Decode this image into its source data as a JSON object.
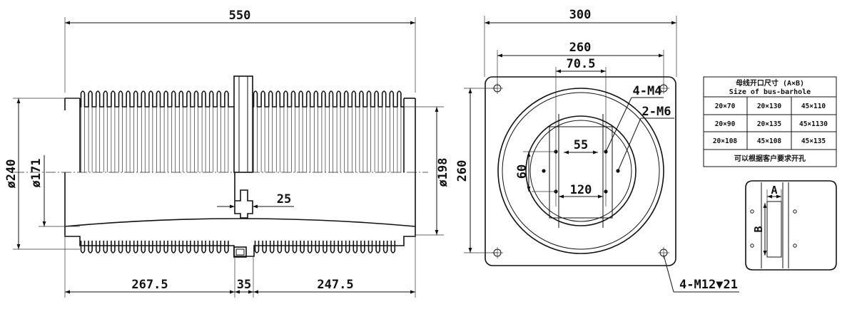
{
  "side_view": {
    "overall_length": "550",
    "outer_diameter": "ø240",
    "inner_diameter": "ø171",
    "right_diameter": "ø198",
    "flange_thickness": "25",
    "left_length": "267.5",
    "flange_width": "35",
    "right_length": "247.5"
  },
  "front_view": {
    "flange_width": "300",
    "flange_height": "260",
    "hole_spacing": "260",
    "spacing_70_5": "70.5",
    "thread_m4": "4-M4",
    "thread_m6": "2-M6",
    "spacing_55": "55",
    "spacing_60": "60",
    "spacing_120": "120",
    "mount_holes": "4-M12▼21"
  },
  "opening_table": {
    "title_cn": "母线开口尺寸 (A×B)",
    "title_en": "Size of bus-barhole",
    "rows": [
      [
        "20×70",
        "20×130",
        "45×110"
      ],
      [
        "20×90",
        "20×135",
        "45×1130"
      ],
      [
        "20×108",
        "45×108",
        "45×135"
      ]
    ],
    "note": "可以根据客户要求开孔"
  },
  "slot_detail": {
    "label_a": "A",
    "label_b": "B"
  }
}
